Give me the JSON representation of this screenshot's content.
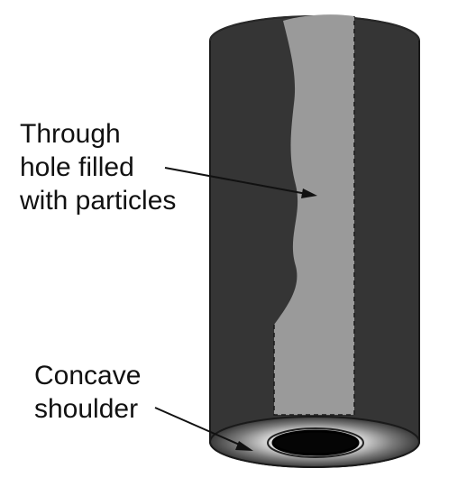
{
  "labels": {
    "through_hole": [
      "Through",
      "hole filled",
      "with particles"
    ],
    "concave_shoulder": [
      "Concave",
      "shoulder"
    ]
  },
  "colors": {
    "cylinder_body": "#353535",
    "hole_fill": "#9a9a9a",
    "shoulder_highlight": "#ffffff",
    "inner_hole": "#050505",
    "text": "#111111"
  }
}
